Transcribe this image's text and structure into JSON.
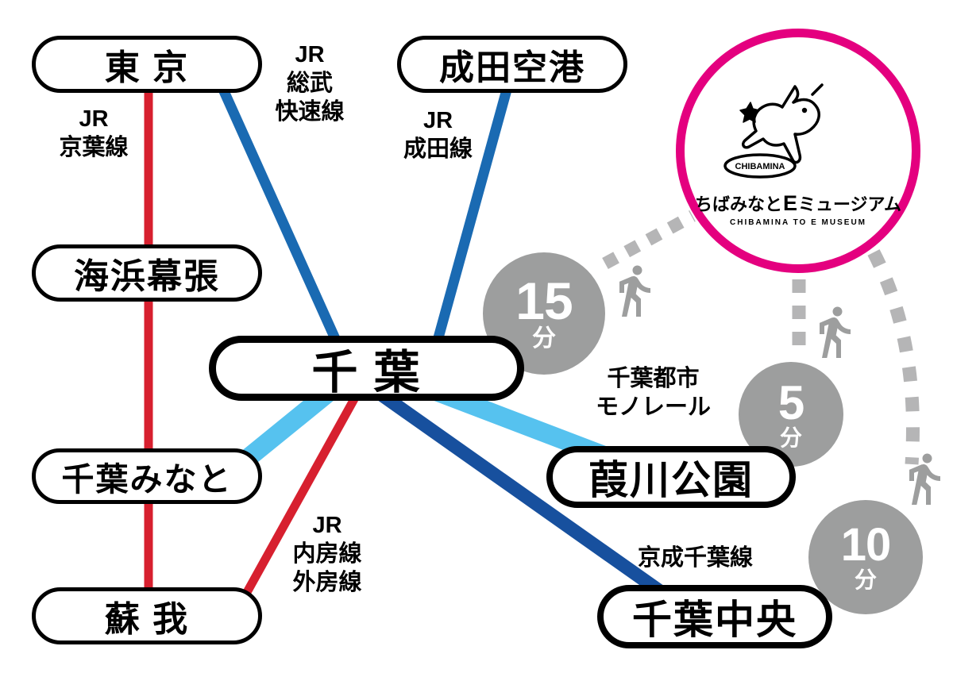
{
  "colors": {
    "red": "#d7202f",
    "blue": "#1a6ab2",
    "light_blue": "#56c2ef",
    "dark_blue": "#17509e",
    "gray": "#9d9e9e",
    "dash_gray": "#b5b5b6",
    "pink": "#e4007f"
  },
  "stations": {
    "tokyo": "東 京",
    "narita_airport": "成田空港",
    "kaihin_makuhari": "海浜幕張",
    "chiba": "千 葉",
    "chiba_minato": "千葉みなと",
    "soga": "蘇 我",
    "yoshikawa_koen": "葭川公園",
    "chiba_chuo": "千葉中央"
  },
  "rail_lines": {
    "jr_keiyo": {
      "label": "JR\n京葉線",
      "color": "#d7202f"
    },
    "jr_sobu_rapid": {
      "label": "JR\n総武\n快速線",
      "color": "#1a6ab2"
    },
    "jr_narita": {
      "label": "JR\n成田線",
      "color": "#1a6ab2"
    },
    "chiba_monorail": {
      "label": "千葉都市\nモノレール",
      "color": "#56c2ef"
    },
    "jr_uchibo_sotobo": {
      "label": "JR\n内房線\n外房線",
      "color": "#d7202f"
    },
    "keisei_chiba": {
      "label": "京成千葉線",
      "color": "#17509e"
    }
  },
  "walk_times": {
    "from_chiba": {
      "value": "15",
      "unit": "分"
    },
    "from_yoshikawa_koen": {
      "value": "5",
      "unit": "分"
    },
    "from_chiba_chuo": {
      "value": "10",
      "unit": "分"
    }
  },
  "museum": {
    "badge": "CHIBAMINA",
    "name_prefix": "ちばみなと",
    "name_e": "E",
    "name_suffix": "ミュージアム",
    "name_en": "CHIBAMINA TO E MUSEUM",
    "ring_color": "#e4007f"
  }
}
